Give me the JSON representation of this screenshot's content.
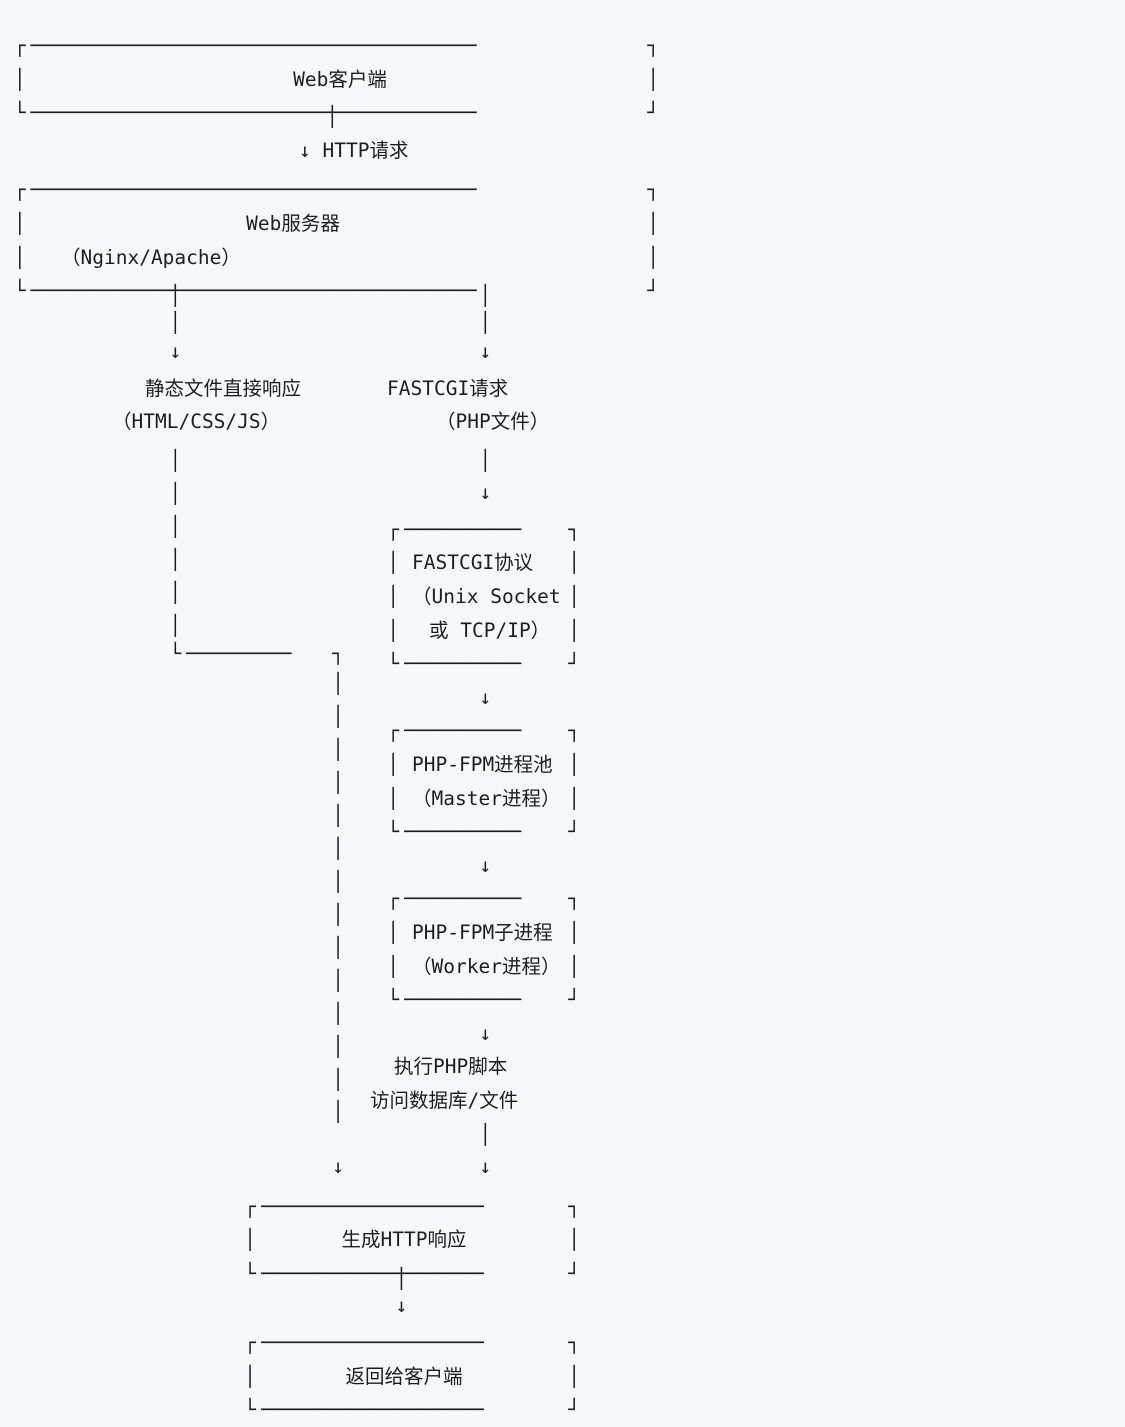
{
  "page": {
    "background_color": "#f7f8fa",
    "ink_color": "#1b1d21",
    "title": "PHP-FPM 请求处理流程图"
  },
  "diagram": {
    "type": "ascii-flowchart",
    "nodes": [
      {
        "id": "web-client",
        "kind": "box",
        "lines": [
          "Web客户端"
        ],
        "align": "center"
      },
      {
        "id": "http-request-edge",
        "kind": "edge-label",
        "lines": [
          "↓ HTTP请求"
        ]
      },
      {
        "id": "web-server",
        "kind": "box",
        "lines": [
          "Web服务器",
          "（Nginx/Apache）"
        ],
        "align": "mixed"
      },
      {
        "id": "static-branch",
        "kind": "text",
        "lines": [
          "静态文件直接响应",
          "（HTML/CSS/JS）"
        ]
      },
      {
        "id": "fastcgi-branch",
        "kind": "text",
        "lines": [
          "FASTCGI请求",
          "（PHP文件）"
        ]
      },
      {
        "id": "fastcgi-protocol",
        "kind": "box",
        "lines": [
          "FASTCGI协议",
          "（Unix Socket",
          "或 TCP/IP）"
        ],
        "align": "left"
      },
      {
        "id": "php-fpm-pool",
        "kind": "box",
        "lines": [
          "PHP-FPM进程池",
          "（Master进程）"
        ],
        "align": "left"
      },
      {
        "id": "php-fpm-worker",
        "kind": "box",
        "lines": [
          "PHP-FPM子进程",
          "（Worker进程）"
        ],
        "align": "left"
      },
      {
        "id": "execute-php",
        "kind": "text",
        "lines": [
          "执行PHP脚本",
          "访问数据库/文件"
        ]
      },
      {
        "id": "generate-response",
        "kind": "box",
        "lines": [
          "生成HTTP响应"
        ],
        "align": "center"
      },
      {
        "id": "return-to-client",
        "kind": "box",
        "lines": [
          "返回给客户端"
        ],
        "align": "center"
      }
    ],
    "labels": {
      "web_client": "Web客户端",
      "http_request": "↓ HTTP请求",
      "web_server_line1": "Web服务器",
      "web_server_line2": "（Nginx/Apache）",
      "static_line1": "静态文件直接响应",
      "static_line2": "（HTML/CSS/JS）",
      "fastcgi_line1": "FASTCGI请求",
      "fastcgi_line2": "（PHP文件）",
      "protocol_line1": "FASTCGI协议",
      "protocol_line2": "（Unix Socket",
      "protocol_line3": "或 TCP/IP）",
      "pool_line1": "PHP-FPM进程池",
      "pool_line2": "（Master进程）",
      "worker_line1": "PHP-FPM子进程",
      "worker_line2": "（Worker进程）",
      "execute_line1": "执行PHP脚本",
      "execute_line2": "访问数据库/文件",
      "generate_response": "生成HTTP响应",
      "return_to_client": "返回给客户端"
    },
    "art": "┌──────────────────────────────────────┐\n│                                      │\n└──────────────────────────────────────┘\n                   \n                                        \n┌──────────────────────────────────────┐\n│                                      │\n│                                      │\n└──────────────────────────────────────┘\n        │                 │             \n        ↓                 ↓             \n                                        \n                                        \n        │                 │             \n        │                 ↓             \n        │         ┌───────────┐         \n        │         │           │         \n        │         │           │         \n        │         │           │         \n        │         └───────────┘         \n        └────────┐        ↓             \n                 │ ┌───────────┐        \n                 │ │           │        \n                 │ │           │        \n                 │ └───────────┘        \n                 │        ↓             \n                 │ ┌───────────┐        \n                 │ │           │        \n                 │ │           │        \n                 │ └───────────┘        \n                 │        ↓             \n                 │                      \n                 │                      \n                 │        │             \n                 ↓        ↓             \n     ┌────────────────────────┐         \n     │                        │         \n     └────────────────────────┘         \n                 ↓                      \n     ┌────────────────────────┐         \n     │                        │         \n     └────────────────────────┘         "
  }
}
